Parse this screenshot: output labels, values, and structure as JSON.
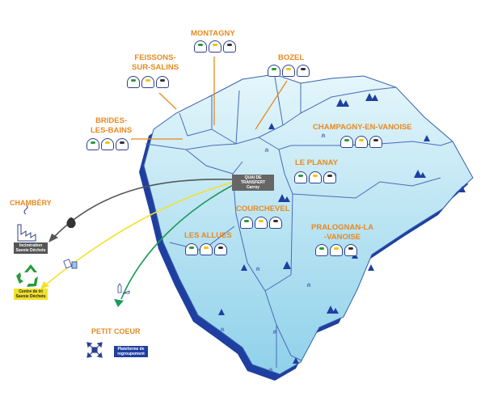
{
  "communes": [
    {
      "name": "MONTAGNY"
    },
    {
      "name": "FEISSONS-\nSUR-SALINS"
    },
    {
      "name": "BOZEL"
    },
    {
      "name": "BRIDES-\nLES-BAINS"
    },
    {
      "name": "CHAMPAGNY-EN-VANOISE"
    },
    {
      "name": "LE PLANAY"
    },
    {
      "name": "COURCHEVEL"
    },
    {
      "name": "PRALOGNAN-LA\n-VANOISE"
    },
    {
      "name": "LES ALLUES"
    }
  ],
  "transfer_quay": {
    "line1": "QUAI DE TRANSFERT",
    "line2": "Carroy"
  },
  "destinations": {
    "chambery": {
      "city": "CHAMBÉRY",
      "facility": "Incinération\nSavoie Déchets"
    },
    "recycling": {
      "facility": "Centre de tri\nSavoie Déchets"
    },
    "petit_coeur": {
      "city": "PETIT COEUR",
      "facility": "Plateforme de\nregroupement"
    }
  },
  "colors": {
    "territory": "#c9ecf7",
    "border": "#1f3fa0",
    "label": "#e8891f",
    "line_black": "#555555",
    "line_yellow": "#f2e12a",
    "line_green": "#1e9a5a"
  }
}
